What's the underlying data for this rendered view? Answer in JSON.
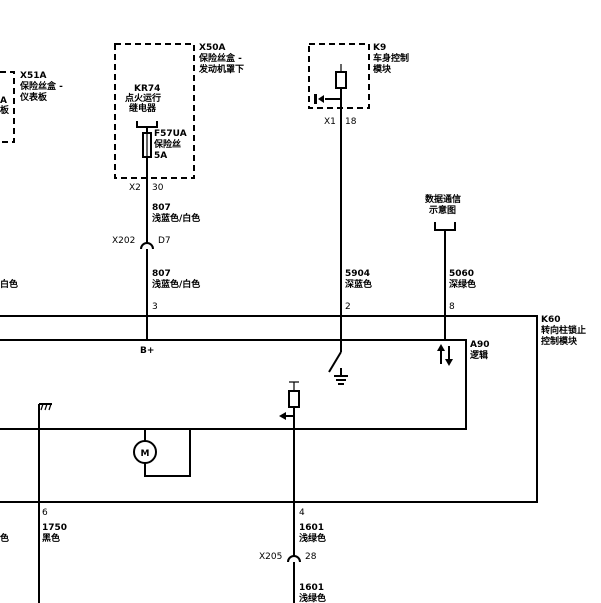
{
  "components": {
    "x51a": {
      "id": "X51A",
      "name_line1": "保险丝盒 -",
      "name_line2": "仪表板"
    },
    "x50a": {
      "id": "X50A",
      "name_line1": "保险丝盒 -",
      "name_line2": "发动机罩下"
    },
    "kr74": {
      "id": "KR74",
      "name_line1": "点火运行",
      "name_line2": "继电器"
    },
    "f57ua": {
      "id": "F57UA",
      "name": "保险丝",
      "rating": "5A"
    },
    "k9": {
      "id": "K9",
      "name_line1": "车身控制",
      "name_line2": "模块"
    },
    "comm": {
      "line1": "数据通信",
      "line2": "示意图"
    },
    "k60": {
      "id": "K60",
      "name_line1": "转向柱锁止",
      "name_line2": "控制模块"
    },
    "a90": {
      "id": "A90",
      "name": "逻辑"
    },
    "motor": {
      "symbol": "M"
    }
  },
  "connectors": {
    "x2": {
      "id": "X2",
      "pin": "30"
    },
    "x1": {
      "id": "X1",
      "pin": "18"
    },
    "x202": {
      "id": "X202",
      "pin": "D7"
    },
    "x205": {
      "id": "X205",
      "pin": "28"
    },
    "k60_pin3": "3",
    "k60_pin2": "2",
    "k60_pin8": "8",
    "k60_pin6": "6",
    "k60_pin4": "4",
    "bplus": "B+"
  },
  "wires": {
    "w807a": {
      "circuit": "807",
      "color": "浅蓝色/白色"
    },
    "w807b": {
      "circuit": "807",
      "color": "浅蓝色/白色"
    },
    "w5904": {
      "circuit": "5904",
      "color": "深蓝色"
    },
    "w5060": {
      "circuit": "5060",
      "color": "深绿色"
    },
    "w1750": {
      "circuit": "1750",
      "color": "黑色"
    },
    "w1601a": {
      "circuit": "1601",
      "color": "浅绿色"
    },
    "w1601b": {
      "circuit": "1601",
      "color": "浅绿色"
    }
  },
  "fragments": {
    "left_a": "A",
    "left_plate": "板",
    "left_color1": "白色",
    "left_color2": "色"
  }
}
